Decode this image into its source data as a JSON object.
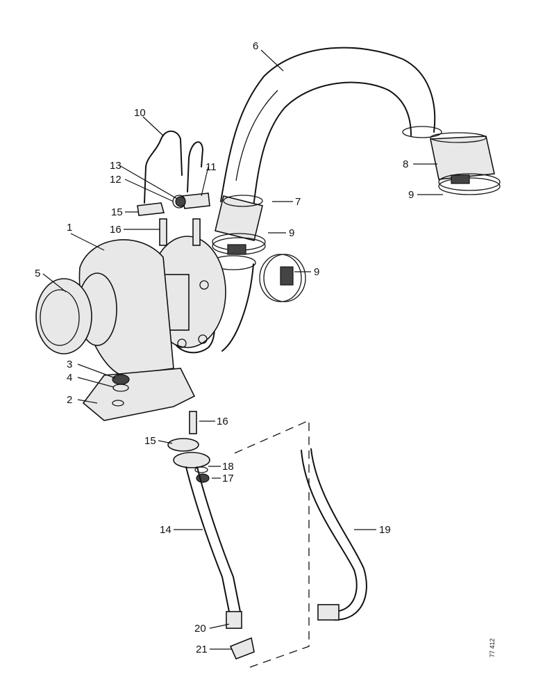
{
  "drawing": {
    "reference_number": "77 412",
    "callouts": [
      {
        "id": "c1",
        "label": "1"
      },
      {
        "id": "c2",
        "label": "2"
      },
      {
        "id": "c3",
        "label": "3"
      },
      {
        "id": "c4",
        "label": "4"
      },
      {
        "id": "c5",
        "label": "5"
      },
      {
        "id": "c6",
        "label": "6"
      },
      {
        "id": "c7",
        "label": "7"
      },
      {
        "id": "c8",
        "label": "8"
      },
      {
        "id": "c9a",
        "label": "9"
      },
      {
        "id": "c9b",
        "label": "9"
      },
      {
        "id": "c9c",
        "label": "9"
      },
      {
        "id": "c10",
        "label": "10"
      },
      {
        "id": "c11",
        "label": "11"
      },
      {
        "id": "c12",
        "label": "12"
      },
      {
        "id": "c13",
        "label": "13"
      },
      {
        "id": "c14",
        "label": "14"
      },
      {
        "id": "c15a",
        "label": "15"
      },
      {
        "id": "c15b",
        "label": "15"
      },
      {
        "id": "c16a",
        "label": "16"
      },
      {
        "id": "c16b",
        "label": "16"
      },
      {
        "id": "c17",
        "label": "17"
      },
      {
        "id": "c18",
        "label": "18"
      },
      {
        "id": "c19",
        "label": "19"
      },
      {
        "id": "c20",
        "label": "20"
      },
      {
        "id": "c21",
        "label": "21"
      }
    ]
  }
}
